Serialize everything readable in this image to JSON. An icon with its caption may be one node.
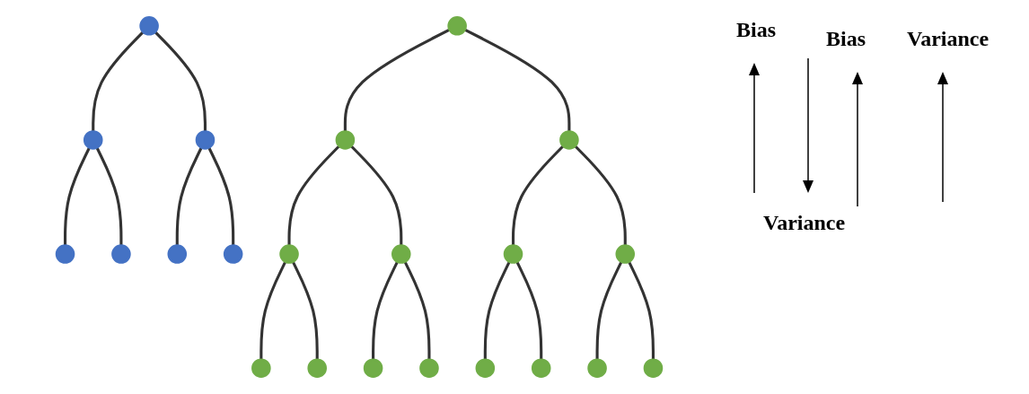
{
  "diagram": {
    "nodes": [
      {
        "text": [],
        "shape": "circle"
      },
      {
        "text": [],
        "shape": "circle"
      },
      {
        "text": [],
        "shape": "circle"
      },
      {
        "text": [],
        "shape": "circle"
      },
      {
        "text": [],
        "shape": "circle"
      },
      {
        "text": [],
        "shape": "circle"
      },
      {
        "text": [],
        "shape": "circle"
      },
      {
        "text": [],
        "shape": "circle"
      },
      {
        "text": [],
        "shape": "circle"
      },
      {
        "text": [],
        "shape": "circle"
      },
      {
        "text": [],
        "shape": "circle"
      },
      {
        "text": [],
        "shape": "circle"
      },
      {
        "text": [],
        "shape": "circle"
      },
      {
        "text": [],
        "shape": "circle"
      },
      {
        "text": [],
        "shape": "circle"
      },
      {
        "text": [],
        "shape": "circle"
      },
      {
        "text": [],
        "shape": "circle"
      },
      {
        "text": [],
        "shape": "circle"
      },
      {
        "text": [],
        "shape": "circle"
      },
      {
        "text": [],
        "shape": "circle"
      },
      {
        "text": [],
        "shape": "circle"
      },
      {
        "text": [],
        "shape": "circle"
      }
    ],
    "edges": [
      {
        "from": 0,
        "to": 1,
        "arrow": "none"
      },
      {
        "from": 0,
        "to": 2,
        "arrow": "none"
      },
      {
        "from": 1,
        "to": 3,
        "arrow": "none"
      },
      {
        "from": 1,
        "to": 4,
        "arrow": "none"
      },
      {
        "from": 2,
        "to": 5,
        "arrow": "none"
      },
      {
        "from": 2,
        "to": 6,
        "arrow": "none"
      },
      {
        "from": 7,
        "to": 8,
        "arrow": "none"
      },
      {
        "from": 7,
        "to": 9,
        "arrow": "none"
      },
      {
        "from": 8,
        "to": 10,
        "arrow": "none"
      },
      {
        "from": 8,
        "to": 11,
        "arrow": "none"
      },
      {
        "from": 9,
        "to": 12,
        "arrow": "none"
      },
      {
        "from": 9,
        "to": 13,
        "arrow": "none"
      },
      {
        "from": 10,
        "to": 14,
        "arrow": "none"
      },
      {
        "from": 10,
        "to": 15,
        "arrow": "none"
      },
      {
        "from": 11,
        "to": 16,
        "arrow": "none"
      },
      {
        "from": 11,
        "to": 17,
        "arrow": "none"
      },
      {
        "from": 12,
        "to": 18,
        "arrow": "none"
      },
      {
        "from": 12,
        "to": 19,
        "arrow": "none"
      },
      {
        "from": 13,
        "to": 20,
        "arrow": "none"
      },
      {
        "from": 13,
        "to": 21,
        "arrow": "none"
      }
    ],
    "labels": [
      "Bias",
      "Bias",
      "Variance",
      "Variance"
    ]
  }
}
